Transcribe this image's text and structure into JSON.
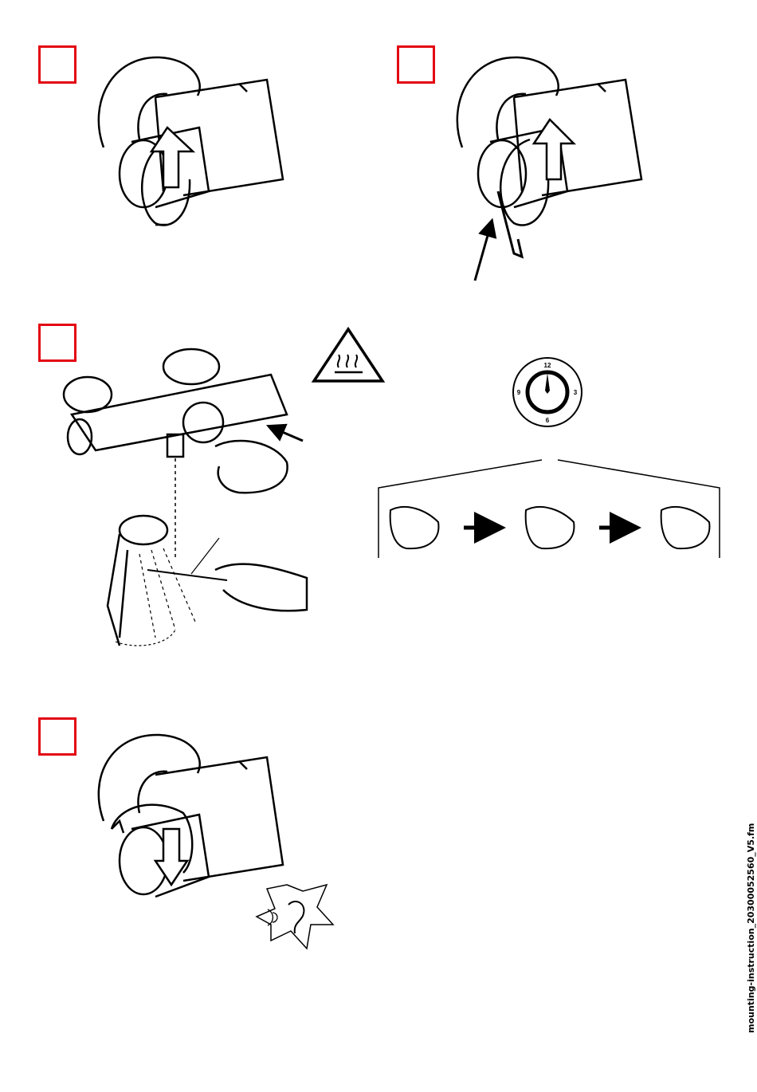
{
  "steps": [
    {
      "id": "step-1",
      "box_color": "#e30613"
    },
    {
      "id": "step-2",
      "box_color": "#e30613"
    },
    {
      "id": "step-3",
      "box_color": "#e30613"
    },
    {
      "id": "step-4",
      "box_color": "#e30613"
    }
  ],
  "dial": {
    "n12": "12",
    "n3": "3",
    "n6": "6",
    "n9": "9"
  },
  "icons": {
    "warning": "hot-surface-warning-icon",
    "hearing": "ear-click-icon"
  },
  "file_label": "mounting-instruction_20300052560_V5.fm"
}
